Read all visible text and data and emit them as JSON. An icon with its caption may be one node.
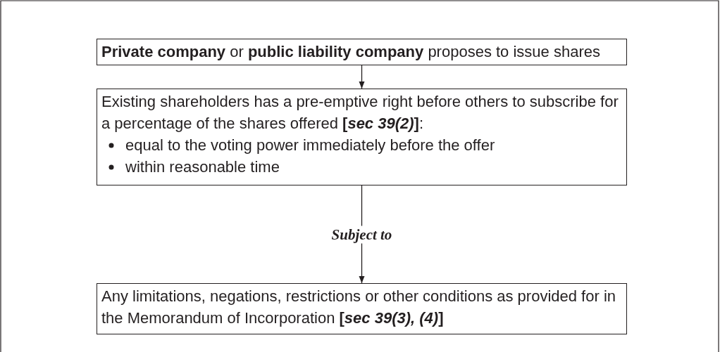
{
  "diagram": {
    "nodes": [
      {
        "text": [
          "**Private company** or **public liability company** proposes to issue shares"
        ]
      },
      {
        "text": [
          "Existing shareholders has a pre-emptive right before others to subscribe for a percentage of the shares offered **[*sec 39(2)*]**:",
          "equal to the voting power immediately before the offer",
          "within reasonable time"
        ]
      },
      {
        "text": [
          "Any limitations, negations, restrictions or other conditions as provided for in the Memorandum of Incorporation **[*sec 39(3), (4)*]**"
        ]
      }
    ],
    "edges": [
      {
        "from": 0,
        "to": 1,
        "arrow": "to"
      },
      {
        "from": 1,
        "to": 2,
        "arrow": "to",
        "label": "Subject to"
      }
    ]
  }
}
